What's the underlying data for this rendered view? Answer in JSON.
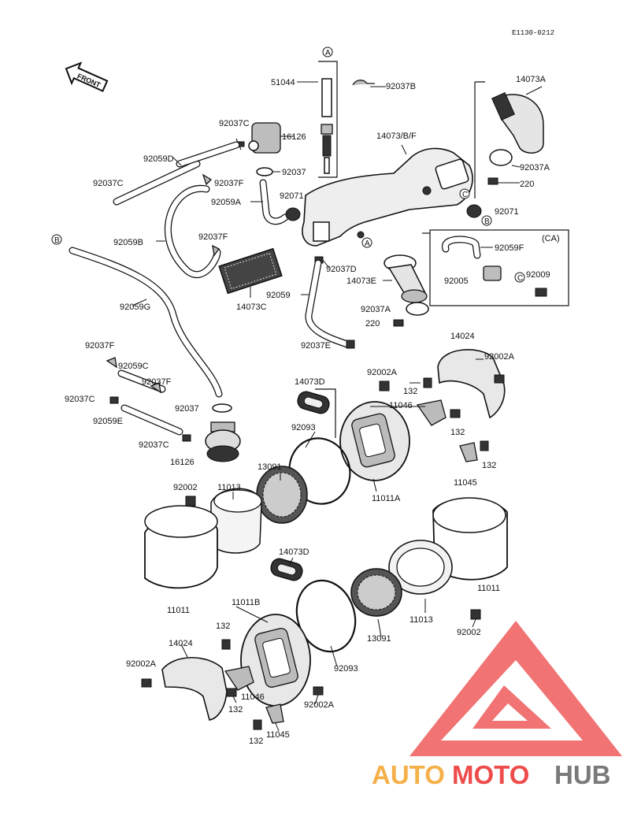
{
  "diagram_code": "E1130-0212",
  "front_label": "FRONT",
  "ca_label": "(CA)",
  "watermark": {
    "text_auto": "AUTO",
    "text_moto": "MOTO",
    "text_hub": "HUB",
    "color_orange": "#f5b04a",
    "color_red": "#ee4b4b",
    "color_gray": "#7a7a7a"
  },
  "callouts": {
    "A_top": "A",
    "A_mid": "A",
    "B_left": "B",
    "B_right": "B",
    "C_right": "C",
    "C_box": "C"
  },
  "labels": {
    "p51044": "51044",
    "p92037B": "92037B",
    "p14073A": "14073A",
    "p92037C_top": "92037C",
    "p16126_top": "16126",
    "p14073BF": "14073/B/F",
    "p92059D": "92059D",
    "p92037_top": "92037",
    "p92037A_top": "92037A",
    "p92037C_left": "92037C",
    "p92037F_top": "92037F",
    "p220_top": "220",
    "p92059A": "92059A",
    "p92071_left": "92071",
    "p92071_right": "92071",
    "p92059B": "92059B",
    "p92037F_mid": "92037F",
    "p92059F": "92059F",
    "p92037D": "92037D",
    "p92005": "92005",
    "p92009": "92009",
    "p14073E": "14073E",
    "p14073C": "14073C",
    "p92059": "92059",
    "p92059G": "92059G",
    "p92037A_mid": "92037A",
    "p220_mid": "220",
    "p92037E": "92037E",
    "p14024_top": "14024",
    "p92002A_top": "92002A",
    "p92037F_low": "92037F",
    "p92059C": "92059C",
    "p92002A_mid": "92002A",
    "p92037F_low2": "92037F",
    "p14073D_top": "14073D",
    "p132_a": "132",
    "p92037C_low": "92037C",
    "p92037_low": "92037",
    "p11046_top": "11046",
    "p92059E": "92059E",
    "p92093_top": "92093",
    "p132_b": "132",
    "p92037C_low2": "92037C",
    "p132_c": "132",
    "p16126_low": "16126",
    "p13091_top": "13091",
    "p11045_top": "11045",
    "p92002_left": "92002",
    "p11013_top": "11013",
    "p11011A": "11011A",
    "p14073D_low": "14073D",
    "p11011_right": "11011",
    "p11011_left": "11011",
    "p11011B": "11011B",
    "p11013_low": "11013",
    "p132_d": "132",
    "p13091_low": "13091",
    "p92002_right": "92002",
    "p14024_low": "14024",
    "p92093_low": "92093",
    "p92002A_left": "92002A",
    "p11046_low": "11046",
    "p132_e": "132",
    "p92002A_low": "92002A",
    "p11045_low": "11045",
    "p132_f": "132"
  }
}
